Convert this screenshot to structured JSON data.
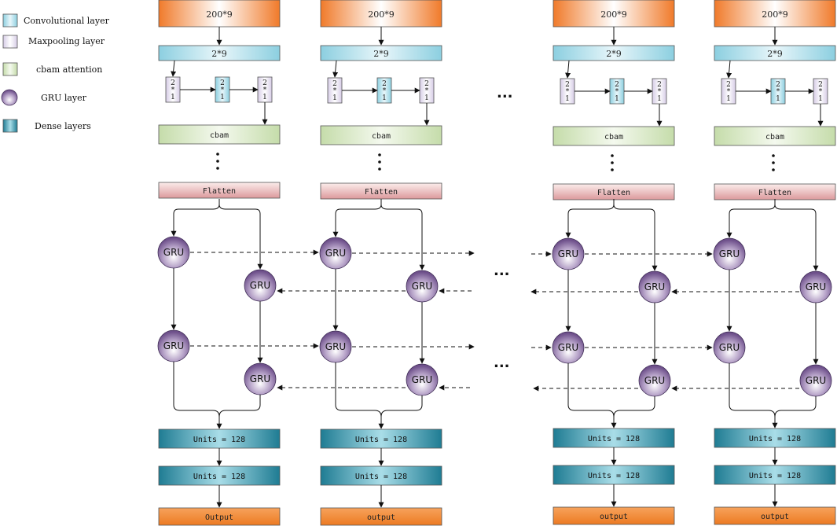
{
  "legend": {
    "conv": "Convolutional layer",
    "maxpool": "Maxpooling layer",
    "cbam": "cbam attention",
    "gru": "GRU layer",
    "dense": "Dense layers"
  },
  "columns": [
    {
      "input": "200*9",
      "conv": "2*9",
      "cbam": "cbam",
      "flatten": "Flatten",
      "gru": "GRU",
      "dense1": "Units = 128",
      "dense2": "Units = 128",
      "output": "Output"
    },
    {
      "input": "200*9",
      "conv": "2*9",
      "cbam": "cbam",
      "flatten": "Flatten",
      "gru": "GRU",
      "dense1": "Units = 128",
      "dense2": "Units = 128",
      "output": "output"
    },
    {
      "input": "200*9",
      "conv": "2*9",
      "cbam": "cbam",
      "flatten": "Flatten",
      "gru": "GRU",
      "dense1": "Units = 128",
      "dense2": "Units = 128",
      "output": "output"
    },
    {
      "input": "200*9",
      "conv": "2*9",
      "cbam": "cbam",
      "flatten": "Flatten",
      "gru": "GRU",
      "dense1": "Units = 128",
      "dense2": "Units = 128",
      "output": "output"
    }
  ],
  "small_kernel": [
    "2",
    "*",
    "1"
  ],
  "ellipsis": "...",
  "colors": {
    "input_orange": "#f07a2a",
    "conv_blue": "#a9dbe6",
    "maxpool_lavender": "#e3dcee",
    "cbam_green": "#d5e6c2",
    "flatten_pink": "#e8b6b8",
    "gru_purple": "#7d5c97",
    "dense_teal": "#2a8aa0",
    "output_orange": "#f08c3c"
  }
}
